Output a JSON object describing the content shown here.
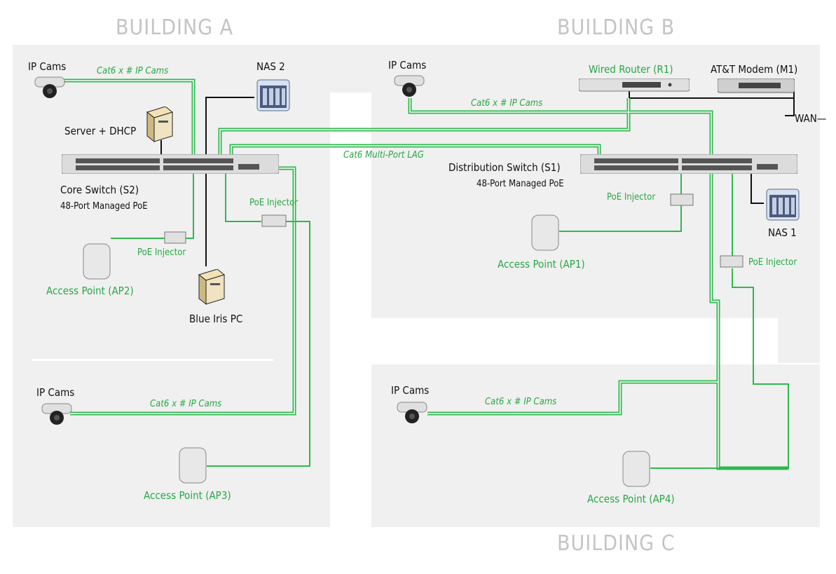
{
  "buildings": {
    "a": "BUILDING A",
    "b": "BUILDING B",
    "c": "BUILDING C"
  },
  "building_a": {
    "ipcams_top": "IP Cams",
    "cable_top": "Cat6 x # IP Cams",
    "nas2": "NAS 2",
    "server": "Server + DHCP",
    "core_switch": "Core Switch (S2)",
    "core_switch_sub": "48-Port Managed PoE",
    "poe_injector_1": "PoE Injector",
    "poe_injector_2": "PoE Injector",
    "ap2": "Access Point (AP2)",
    "blue_iris": "Blue Iris PC",
    "ipcams_bottom": "IP Cams",
    "cable_bottom": "Cat6 x # IP Cams",
    "ap3": "Access Point (AP3)"
  },
  "building_b": {
    "ipcams": "IP Cams",
    "cable": "Cat6 x # IP Cams",
    "router": "Wired Router (R1)",
    "modem": "AT&T Modem (M1)",
    "wan": "WAN",
    "lag": "Cat6 Multi-Port LAG",
    "dist_switch": "Distribution  Switch (S1)",
    "dist_switch_sub": "48-Port Managed PoE",
    "poe_injector_1": "PoE Injector",
    "poe_injector_2": "PoE Injector",
    "nas1": "NAS 1",
    "ap1": "Access Point (AP1)"
  },
  "building_c": {
    "ipcams": "IP Cams",
    "cable": "Cat6 x # IP Cams",
    "ap4": "Access Point (AP4)"
  },
  "colors": {
    "building_bg": "#f0f0f0",
    "building_title": "#c4c4c4",
    "cable_green": "#2fb84e",
    "label_green": "#28a745",
    "wire_black": "#111111"
  }
}
